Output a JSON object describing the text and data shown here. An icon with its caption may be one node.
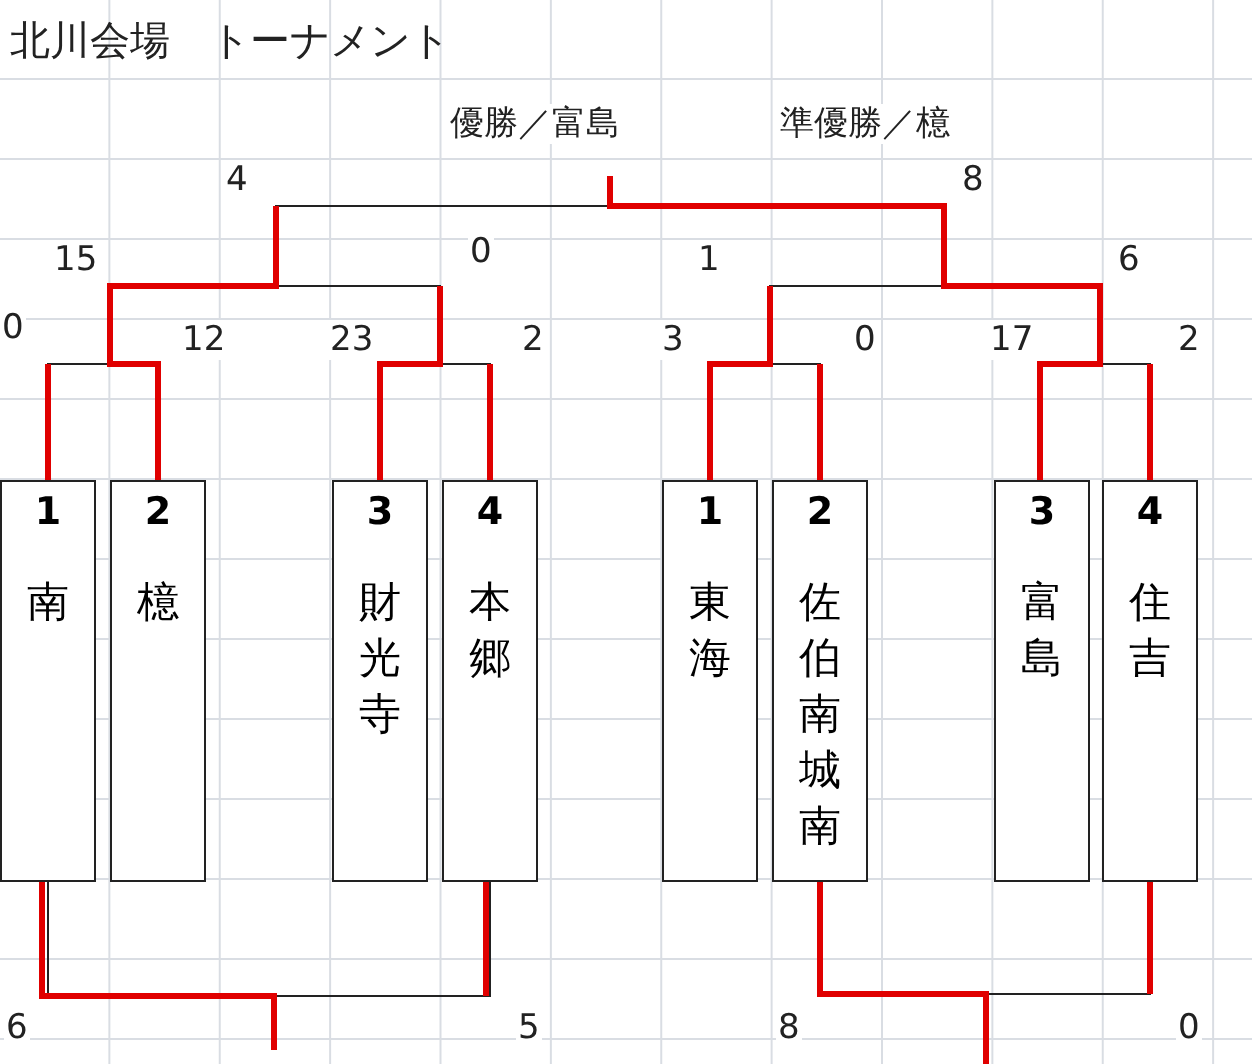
{
  "diagram": {
    "title": "北川会場　トーナメント",
    "nodes": [
      {
        "text": [
          "1",
          "南"
        ]
      },
      {
        "text": [
          "2",
          "檍"
        ]
      },
      {
        "text": [
          "3",
          "財光寺"
        ]
      },
      {
        "text": [
          "4",
          "本郷"
        ]
      },
      {
        "text": [
          "1",
          "東海"
        ]
      },
      {
        "text": [
          "2",
          "佐伯南城南"
        ]
      },
      {
        "text": [
          "3",
          "富島"
        ]
      },
      {
        "text": [
          "4",
          "住吉"
        ]
      }
    ],
    "edges": [
      {
        "from": 0,
        "to": 1,
        "arrow": "none"
      },
      {
        "from": 2,
        "to": 3,
        "arrow": "none"
      },
      {
        "from": 4,
        "to": 5,
        "arrow": "none"
      },
      {
        "from": 6,
        "to": 7,
        "arrow": "none"
      },
      {
        "from": 0,
        "to": 3,
        "arrow": "none"
      },
      {
        "from": 5,
        "to": 7,
        "arrow": "none"
      }
    ],
    "labels": [
      "優勝／富島",
      "準優勝／檍",
      "4",
      "8",
      "15",
      "0",
      "1",
      "6",
      "0",
      "12",
      "23",
      "2",
      "3",
      "0",
      "17",
      "2",
      "6",
      "5",
      "8",
      "0"
    ]
  }
}
